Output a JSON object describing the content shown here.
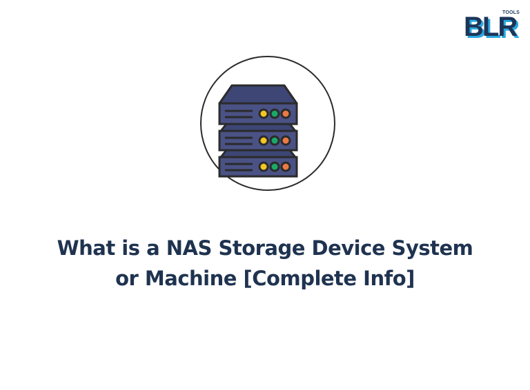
{
  "logo": {
    "text": "BLR",
    "superscript": "TOOLS",
    "colors": {
      "primary": "#1c3558",
      "accent": "#29a8e0"
    }
  },
  "illustration": {
    "icon": "nas-server-stack-icon",
    "units": 3,
    "led_colors": [
      "#f3c623",
      "#1aa869",
      "#ec7a44"
    ],
    "body_color": "#4a5285",
    "outline_color": "#2b2b2b"
  },
  "title": {
    "line1": "What is a NAS Storage Device System",
    "line2": "or Machine [Complete Info]",
    "color": "#1f3350"
  }
}
